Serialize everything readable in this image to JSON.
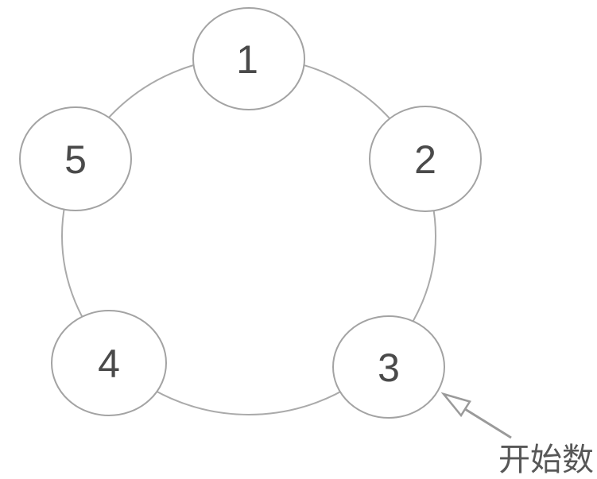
{
  "diagram": {
    "type": "circular-counting-ring",
    "nodes": [
      {
        "label": "1"
      },
      {
        "label": "2"
      },
      {
        "label": "3"
      },
      {
        "label": "4"
      },
      {
        "label": "5"
      }
    ],
    "annotation": {
      "label": "开始数",
      "target_node": "3"
    },
    "colors": {
      "ring_stroke": "#aaaaaa",
      "node_stroke": "#a3a3a3",
      "node_fill": "#ffffff",
      "number_text": "#4a4a4a",
      "arrow": "#9a9a9a",
      "annotation_text": "#575757",
      "background": "#ffffff"
    }
  }
}
